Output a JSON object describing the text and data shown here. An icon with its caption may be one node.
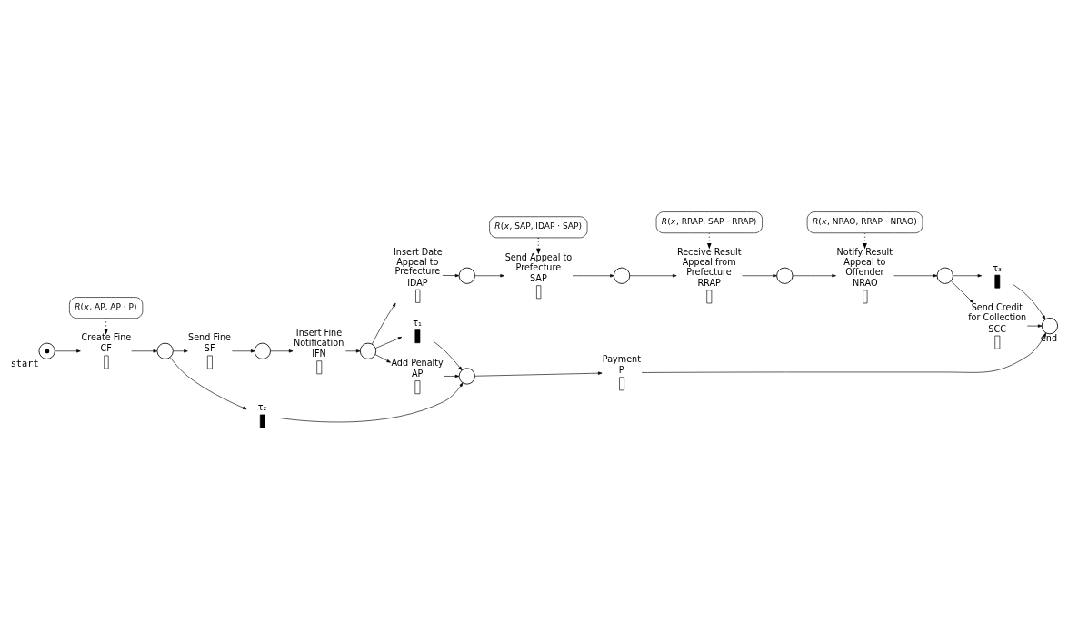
{
  "diagram": {
    "nodes": [
      {
        "text": [],
        "shape": "circle",
        "beside": [
          "start"
        ]
      },
      {
        "text": [
          "Create Fine",
          "CF"
        ]
      },
      {
        "text": [],
        "shape": "circle"
      },
      {
        "text": [
          "Send Fine",
          "SF"
        ]
      },
      {
        "text": [],
        "shape": "circle"
      },
      {
        "text": [
          "Insert Fine Notification",
          "IFN"
        ]
      },
      {
        "text": [],
        "shape": "circle"
      },
      {
        "text": [
          "Insert Date Appeal to Prefecture",
          "IDAP"
        ]
      },
      {
        "text": [],
        "shape": "circle"
      },
      {
        "text": [
          "Send Appeal to Prefecture",
          "SAP"
        ]
      },
      {
        "text": [],
        "shape": "circle"
      },
      {
        "text": [
          "Receive Result Appeal from Prefecture",
          "RRAP"
        ]
      },
      {
        "text": [],
        "shape": "circle"
      },
      {
        "text": [
          "Notify Result Appeal to Offender",
          "NRAO"
        ]
      },
      {
        "text": [],
        "shape": "circle"
      },
      {
        "text": [
          "Send Credit for Collection",
          "SCC"
        ]
      },
      {
        "text": [
          "τ₃"
        ]
      },
      {
        "text": [],
        "shape": "circle",
        "beside": [
          "end"
        ]
      },
      {
        "text": [
          "Add Penalty",
          "AP"
        ]
      },
      {
        "text": [
          "τ₁"
        ]
      },
      {
        "text": [
          "τ₂"
        ]
      },
      {
        "text": [],
        "shape": "circle"
      },
      {
        "text": [
          "Payment",
          "P"
        ]
      },
      {
        "text": [
          "*R*(*x*, AP, AP · P)"
        ]
      },
      {
        "text": [
          "*R*(*x*, SAP, IDAP · SAP)"
        ]
      },
      {
        "text": [
          "*R*(*x*, RRAP, SAP · RRAP)"
        ]
      },
      {
        "text": [
          "*R*(*x*, NRAO, RRAP · NRAO)"
        ]
      }
    ],
    "edges": [
      {
        "from": 0,
        "to": 1,
        "arrow": "to"
      },
      {
        "from": 1,
        "to": 2,
        "arrow": "to"
      },
      {
        "from": 2,
        "to": 3,
        "arrow": "to"
      },
      {
        "from": 3,
        "to": 4,
        "arrow": "to"
      },
      {
        "from": 4,
        "to": 5,
        "arrow": "to"
      },
      {
        "from": 5,
        "to": 6,
        "arrow": "to"
      },
      {
        "from": 6,
        "to": 7,
        "arrow": "to"
      },
      {
        "from": 7,
        "to": 8,
        "arrow": "to"
      },
      {
        "from": 8,
        "to": 9,
        "arrow": "to"
      },
      {
        "from": 9,
        "to": 10,
        "arrow": "to"
      },
      {
        "from": 10,
        "to": 11,
        "arrow": "to"
      },
      {
        "from": 11,
        "to": 12,
        "arrow": "to"
      },
      {
        "from": 12,
        "to": 13,
        "arrow": "to"
      },
      {
        "from": 13,
        "to": 14,
        "arrow": "to"
      },
      {
        "from": 14,
        "to": 15,
        "arrow": "to"
      },
      {
        "from": 14,
        "to": 16,
        "arrow": "to"
      },
      {
        "from": 15,
        "to": 17,
        "arrow": "to"
      },
      {
        "from": 16,
        "to": 17,
        "arrow": "to"
      },
      {
        "from": 6,
        "to": 18,
        "arrow": "to"
      },
      {
        "from": 6,
        "to": 19,
        "arrow": "to"
      },
      {
        "from": 2,
        "to": 20,
        "arrow": "to"
      },
      {
        "from": 18,
        "to": 21,
        "arrow": "to"
      },
      {
        "from": 19,
        "to": 21,
        "arrow": "to"
      },
      {
        "from": 20,
        "to": 21,
        "arrow": "to"
      },
      {
        "from": 21,
        "to": 22,
        "arrow": "to"
      },
      {
        "from": 22,
        "to": 17,
        "arrow": "to"
      },
      {
        "from": 23,
        "to": 1,
        "arrow": "to",
        "style": "dashed"
      },
      {
        "from": 24,
        "to": 9,
        "arrow": "to",
        "style": "dashed"
      },
      {
        "from": 25,
        "to": 11,
        "arrow": "to",
        "style": "dashed"
      },
      {
        "from": 26,
        "to": 13,
        "arrow": "to",
        "style": "dashed"
      }
    ]
  }
}
